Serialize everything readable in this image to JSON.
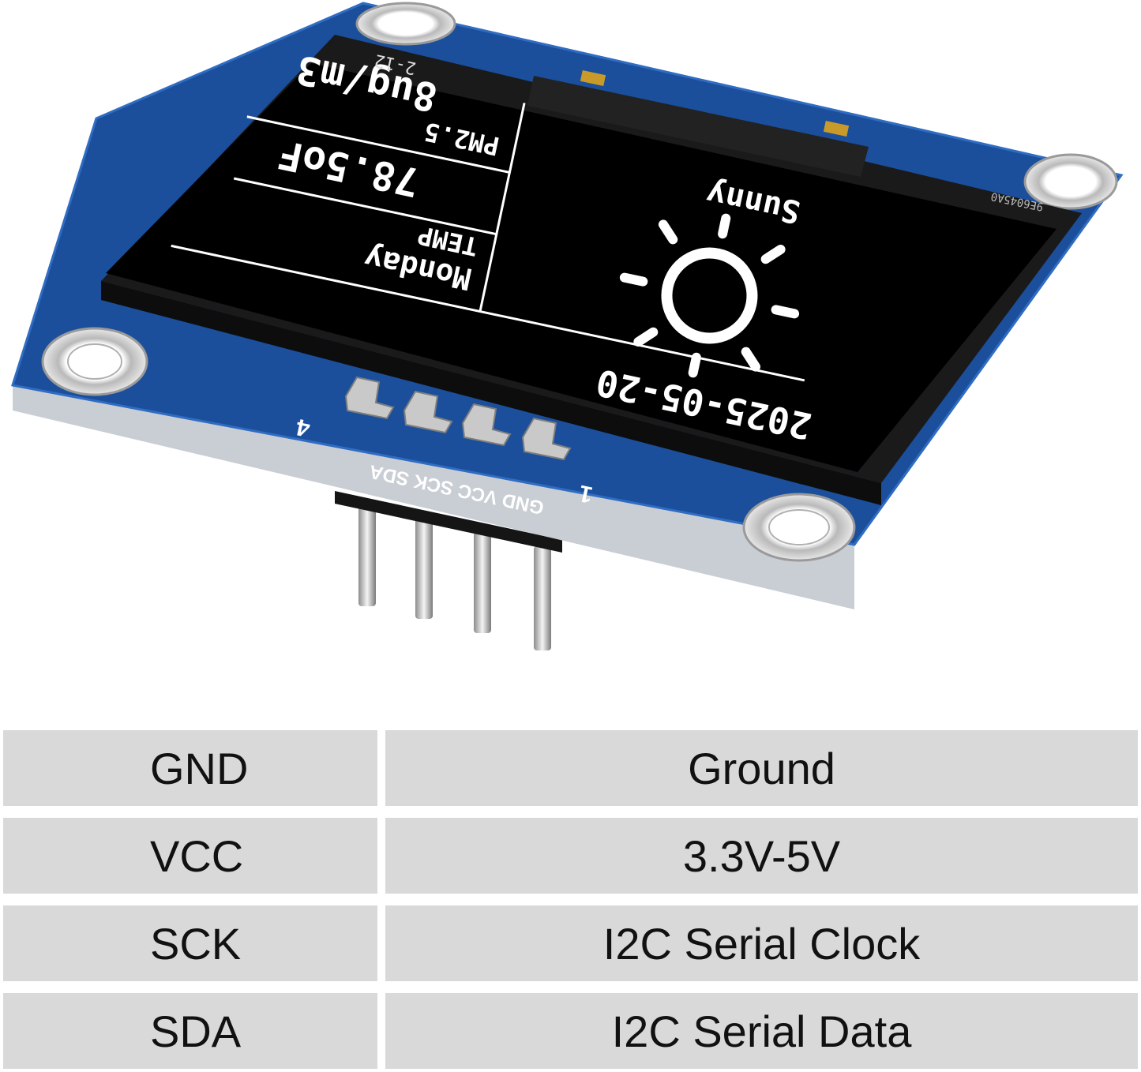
{
  "module": {
    "board_color": "#1b4f9c",
    "screen_color": "#000000",
    "display": {
      "ribbon_code": "2-12",
      "part_code": "9E6045A0",
      "day": "Monday",
      "temp_label": "TEMP",
      "temp_value": "78.5oF",
      "pm_label": "PM2.5",
      "pm_value": "8ug/m3",
      "weather": "Sunny",
      "date": "2025-05-20"
    },
    "silkscreen": {
      "pin_labels": "GND VCC SCK SDA",
      "pin_one": "1",
      "pin_four": "4"
    }
  },
  "pins": [
    {
      "name": "GND",
      "description": "Ground"
    },
    {
      "name": "VCC",
      "description": "3.3V-5V"
    },
    {
      "name": "SCK",
      "description": "I2C Serial Clock"
    },
    {
      "name": "SDA",
      "description": "I2C Serial Data"
    }
  ]
}
